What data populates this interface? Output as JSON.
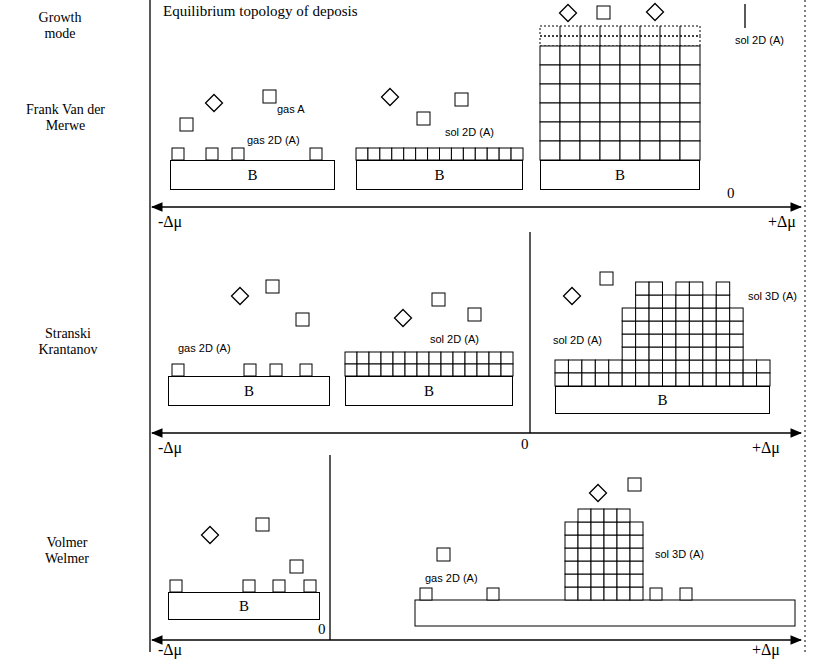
{
  "diagram": {
    "title": "Equilibrium topology of deposis",
    "nodes": [
      {
        "text": [
          "B"
        ]
      },
      {
        "text": [
          "B"
        ]
      },
      {
        "text": [
          "B"
        ]
      },
      {
        "text": [
          "B"
        ]
      },
      {
        "text": [
          "B"
        ]
      },
      {
        "text": [
          "B"
        ]
      },
      {
        "text": [
          "B"
        ]
      }
    ],
    "labels": [
      "Growth mode",
      "Frank Van der Merwe",
      "gas A",
      "gas 2D (A)",
      "sol 2D (A)",
      "sol 2D (A)",
      "-Δμ",
      "0",
      "+Δμ",
      "Stranski Krantanov",
      "gas 2D (A)",
      "sol 2D (A)",
      "sol 2D (A)",
      "sol 3D (A)",
      "-Δμ",
      "0",
      "+Δμ",
      "Volmer Welmer",
      "gas 2D (A)",
      "sol 3D (A)",
      "-Δμ",
      "0",
      "+Δμ"
    ]
  }
}
